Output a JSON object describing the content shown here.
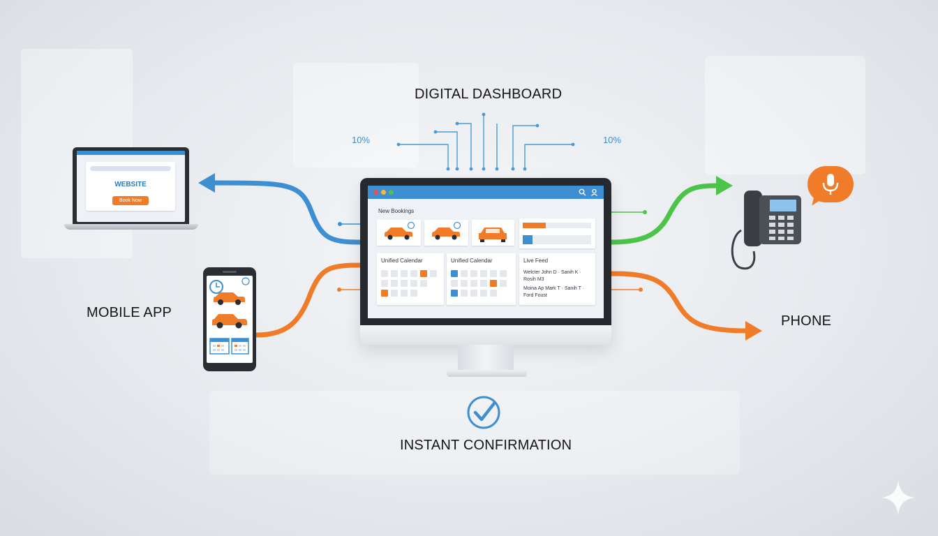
{
  "title": "DIGITAL DASHBOARD",
  "percent_left": "10%",
  "percent_right": "10%",
  "channels": {
    "website": "WEBSITE",
    "website_button": "Book Now",
    "mobile_app": "MOBILE APP",
    "phone": "PHONE"
  },
  "dashboard": {
    "new_bookings": "New Bookings",
    "calendar_1": "Unified Calendar",
    "calendar_2": "Unified Calendar",
    "live_feed": "Live Feed",
    "feed_line_1": "Welcter John D · Sanih K ·",
    "feed_line_2": "Rosih M3",
    "feed_line_3": "Moina Ap Mark T · Sanih T ·",
    "feed_line_4": "Ford Foust"
  },
  "confirmation": "INSTANT CONFIRMATION",
  "colors": {
    "blue": "#3d8fd2",
    "orange": "#f07c2a",
    "green": "#4cc44a",
    "dark": "#26292e"
  },
  "icons": [
    "laptop-icon",
    "smartphone-icon",
    "desk-phone-icon",
    "microphone-icon",
    "check-circle-icon",
    "car-icon",
    "calendar-icon",
    "clock-icon",
    "search-icon",
    "user-icon",
    "sparkle-icon"
  ]
}
